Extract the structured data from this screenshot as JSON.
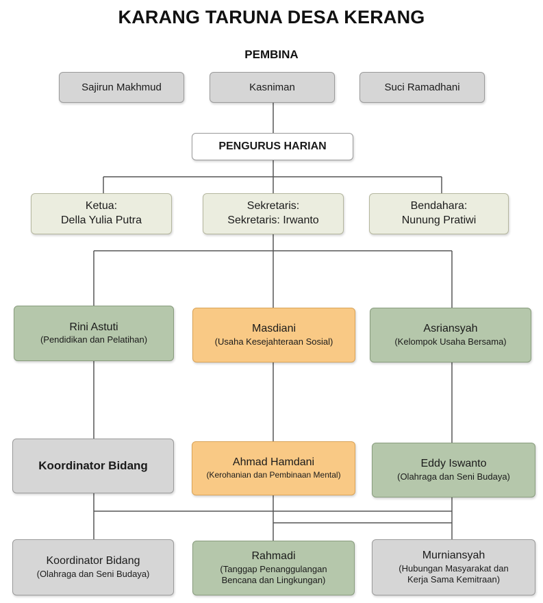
{
  "title": "KARANG TARUNA DESA KERANG",
  "pembina": {
    "label": "PEMBINA",
    "members": [
      "Sajirun Makhmud",
      "Kasniman",
      "Suci Ramadhani"
    ]
  },
  "pengurus_harian": {
    "label": "PENGURUS HARIAN",
    "ketua": {
      "line1": "Ketua:",
      "line2": "Della Yulia Putra"
    },
    "sekretaris": {
      "line1": "Sekretaris:",
      "line2": "Sekretaris: Irwanto"
    },
    "bendahara": {
      "line1": "Bendahara:",
      "line2": "Nunung Pratiwi"
    }
  },
  "bidang_row1": [
    {
      "name": "Rini Astuti",
      "role": "(Pendidikan dan Pelatihan)"
    },
    {
      "name": "Masdiani",
      "role": "(Usaha Kesejahteraan Sosial)"
    },
    {
      "name": "Asriansyah",
      "role": "(Kelompok Usaha Bersama)"
    }
  ],
  "bidang_row2": [
    {
      "name": "Koordinator Bidang"
    },
    {
      "name": "Ahmad Hamdani",
      "role": "(Kerohanian dan Pembinaan Mental)"
    },
    {
      "name": "Eddy Iswanto",
      "role": "(Olahraga dan Seni Budaya)"
    }
  ],
  "bidang_row3": [
    {
      "name": "Koordinator Bidang",
      "role": "(Olahraga dan Seni Budaya)"
    },
    {
      "name": "Rahmadi",
      "role_line1": "(Tanggap Penanggulangan",
      "role_line2": "Bencana dan Lingkungan)"
    },
    {
      "name": "Murniansyah",
      "role_line1": "(Hubungan Masyarakat dan",
      "role_line2": "Kerja Sama Kemitraan)"
    }
  ],
  "colors": {
    "gray": "#d6d6d6",
    "cream": "#ebeddf",
    "green": "#b5c7ab",
    "orange": "#f9c985",
    "line": "#555555"
  }
}
